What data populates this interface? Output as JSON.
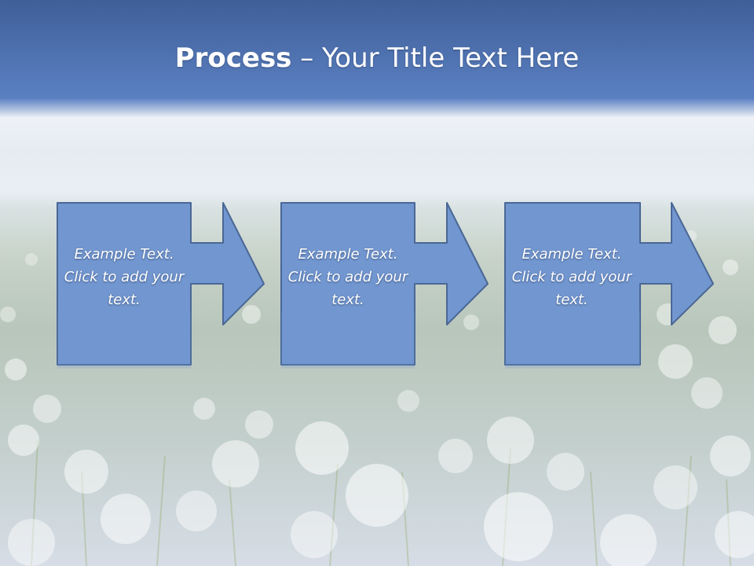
{
  "title": {
    "bold": "Process",
    "rest": " – Your Title Text Here"
  },
  "steps": [
    {
      "text": "Example Text. Click  to add your text."
    },
    {
      "text": "Example Text. Click  to add your text."
    },
    {
      "text": "Example Text. Click  to add your text."
    }
  ],
  "colors": {
    "shape_fill": "#7296cf",
    "shape_stroke": "#4a6795",
    "title_band": "#5b80c2"
  }
}
